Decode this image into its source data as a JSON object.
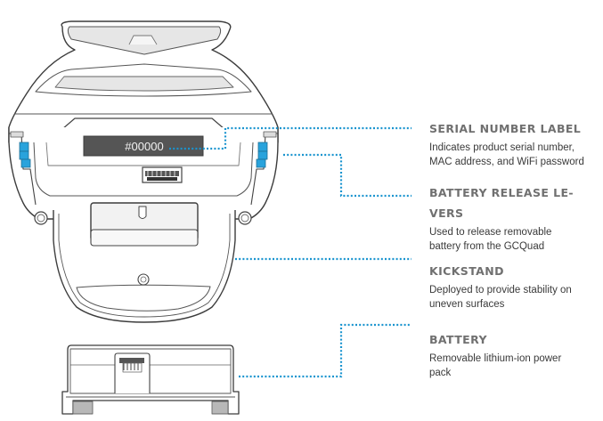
{
  "device": {
    "name": "GCQuad",
    "serial_label_text": "#00000"
  },
  "colors": {
    "leader_line": "#1a94cf",
    "lever_blue": "#29a3dc",
    "title_gray": "#707070",
    "outline": "#3c3c3c",
    "fill_light": "#eaeaea",
    "label_dark": "#555555"
  },
  "callouts": [
    {
      "id": "serial-number-label",
      "title": "SERIAL NUMBER LABEL",
      "description": "Indicates product serial number, MAC address, and WiFi password"
    },
    {
      "id": "battery-release-levers",
      "title": "BATTERY RELEASE LE-VERS",
      "description": "Used to release removable battery from the GCQuad"
    },
    {
      "id": "kickstand",
      "title": "KICKSTAND",
      "description": "Deployed to provide stability on uneven surfaces"
    },
    {
      "id": "battery",
      "title": "BATTERY",
      "description": "Removable lithium-ion power pack"
    }
  ]
}
